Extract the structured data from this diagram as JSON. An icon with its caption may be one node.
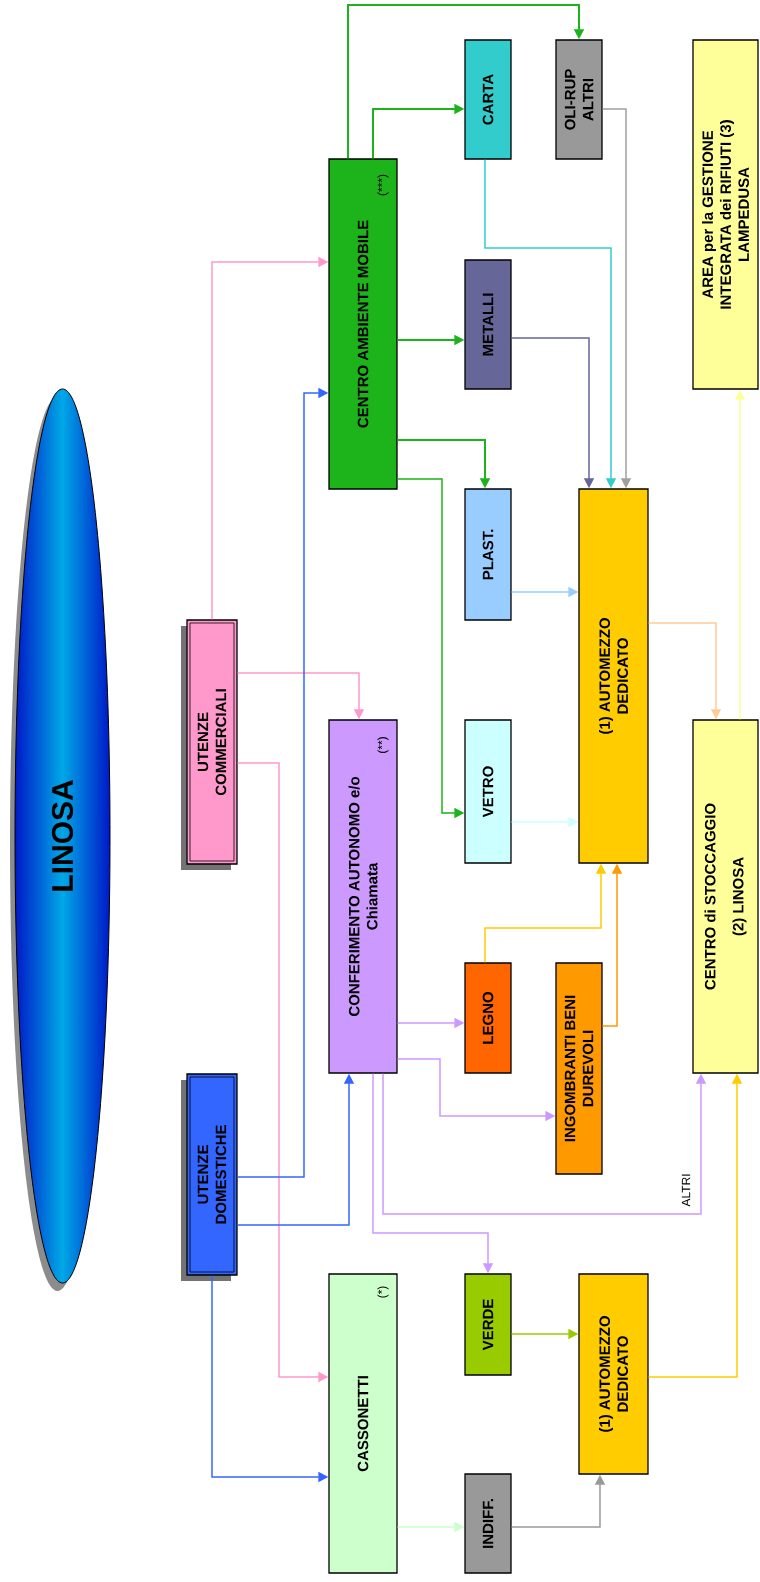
{
  "diagram": {
    "nodes": [
      {
        "text": [
          "LINOSA"
        ]
      },
      {
        "text": [
          "UTENZE COMMERCIALI"
        ]
      },
      {
        "text": [
          "UTENZE DOMESTICHE"
        ]
      },
      {
        "text": [
          "CENTRO AMBIENTE MOBILE",
          "(***)"
        ]
      },
      {
        "text": [
          "CONFERIMENTO AUTONOMO e/o Chiamata",
          "(**)"
        ]
      },
      {
        "text": [
          "CASSONETTI",
          "(*)"
        ]
      },
      {
        "text": [
          "CARTA"
        ]
      },
      {
        "text": [
          "METALLI"
        ]
      },
      {
        "text": [
          "PLAST."
        ]
      },
      {
        "text": [
          "VETRO"
        ]
      },
      {
        "text": [
          "LEGNO"
        ]
      },
      {
        "text": [
          "VERDE"
        ]
      },
      {
        "text": [
          "INDIFF."
        ]
      },
      {
        "text": [
          "OLI-RUP ALTRI"
        ]
      },
      {
        "text": [
          "INGOMBRANTI BENI DUREVOLI"
        ]
      },
      {
        "text": [
          "(1) AUTOMEZZO DEDICATO"
        ]
      },
      {
        "text": [
          "(1) AUTOMEZZO DEDICATO"
        ]
      },
      {
        "text": [
          "AREA per la GESTIONE INTEGRATA dei RIFIUTI (3) LAMPEDUSA"
        ]
      },
      {
        "text": [
          "CENTRO di STOCCAGGIO",
          "(2) LINOSA"
        ]
      }
    ],
    "edges": [
      {
        "from": 3,
        "to": 6,
        "arrow": "to",
        "color": "#1db31a"
      },
      {
        "from": 3,
        "to": 13,
        "arrow": "to",
        "color": "#1db31a"
      },
      {
        "from": 3,
        "to": 7,
        "arrow": "to",
        "color": "#1db31a"
      },
      {
        "from": 3,
        "to": 8,
        "arrow": "to",
        "color": "#1db31a"
      },
      {
        "from": 3,
        "to": 9,
        "arrow": "to",
        "color": "#1db31a"
      },
      {
        "from": 6,
        "to": 15,
        "arrow": "to",
        "color": "#33cccc"
      },
      {
        "from": 13,
        "to": 15,
        "arrow": "to",
        "color": "#a0a0a0"
      },
      {
        "from": 7,
        "to": 15,
        "arrow": "to",
        "color": "#666699"
      },
      {
        "from": 8,
        "to": 15,
        "arrow": "to",
        "color": "#99ccff"
      },
      {
        "from": 9,
        "to": 15,
        "arrow": "to",
        "color": "#ccffff"
      },
      {
        "from": 15,
        "to": 18,
        "arrow": "to",
        "color": "#ffcc99"
      },
      {
        "from": 18,
        "to": 17,
        "arrow": "to",
        "color": "#ffff99"
      },
      {
        "from": 1,
        "to": 3,
        "arrow": "to",
        "color": "#ff99cc"
      },
      {
        "from": 1,
        "to": 4,
        "arrow": "to",
        "color": "#ff99cc"
      },
      {
        "from": 1,
        "to": 5,
        "arrow": "to",
        "color": "#ff99cc"
      },
      {
        "from": 2,
        "to": 3,
        "arrow": "to",
        "color": "#3366ff"
      },
      {
        "from": 2,
        "to": 4,
        "arrow": "to",
        "color": "#3366ff"
      },
      {
        "from": 2,
        "to": 5,
        "arrow": "to",
        "color": "#3366ff"
      },
      {
        "from": 4,
        "to": 10,
        "arrow": "to",
        "color": "#cc99ff"
      },
      {
        "from": 4,
        "to": 14,
        "arrow": "to",
        "color": "#cc99ff"
      },
      {
        "from": 4,
        "to": 18,
        "arrow": "to",
        "color": "#cc99ff",
        "label": "ALTRI"
      },
      {
        "from": 4,
        "to": 11,
        "arrow": "to",
        "color": "#cc99ff"
      },
      {
        "from": 10,
        "to": 15,
        "arrow": "to",
        "color": "#ffcc00"
      },
      {
        "from": 14,
        "to": 15,
        "arrow": "to",
        "color": "#ff9900"
      },
      {
        "from": 11,
        "to": 16,
        "arrow": "to",
        "color": "#99cc00"
      },
      {
        "from": 16,
        "to": 18,
        "arrow": "to",
        "color": "#ffcc00"
      },
      {
        "from": 5,
        "to": 12,
        "arrow": "to",
        "color": "#ccffcc"
      },
      {
        "from": 12,
        "to": 16,
        "arrow": "to",
        "color": "#999999"
      }
    ]
  }
}
